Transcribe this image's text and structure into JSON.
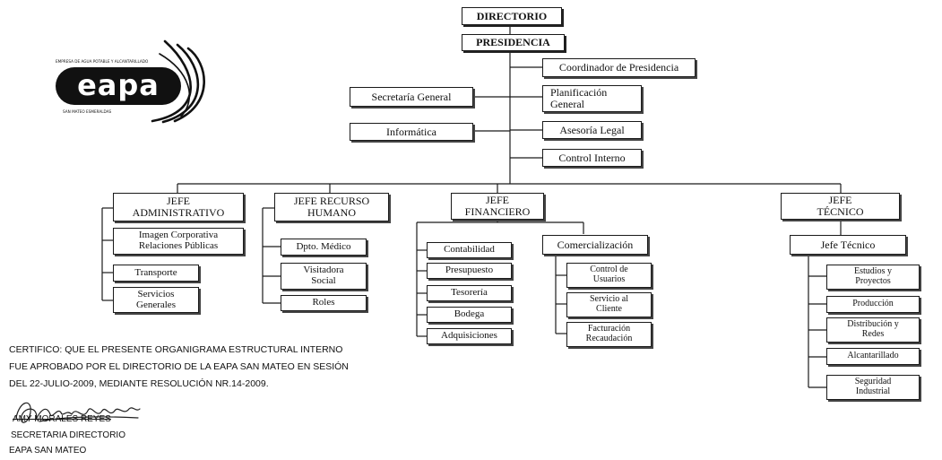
{
  "boxes": {
    "directorio": "DIRECTORIO",
    "presidencia": "PRESIDENCIA",
    "coordinador": "Coordinador de Presidencia",
    "secretaria_general": "Secretaría General",
    "planificacion": "Planificación\nGeneral",
    "informatica": "Informática",
    "asesoria_legal": "Asesoría Legal",
    "control_interno": "Control Interno",
    "jefe_administrativo": "JEFE\nADMINISTRATIVO",
    "imagen_corporativa": "Imagen Corporativa\nRelaciones Públicas",
    "transporte": "Transporte",
    "servicios_generales": "Servicios\nGenerales",
    "jefe_recurso_humano": "JEFE RECURSO\nHUMANO",
    "dpto_medico": "Dpto. Médico",
    "visitadora_social": "Visitadora\nSocial",
    "roles": "Roles",
    "jefe_financiero": "JEFE\nFINANCIERO",
    "contabilidad": "Contabilidad",
    "presupuesto": "Presupuesto",
    "tesoreria": "Tesorería",
    "bodega": "Bodega",
    "adquisiciones": "Adquisiciones",
    "comercializacion": "Comercialización",
    "control_usuarios": "Control de\nUsuarios",
    "servicio_cliente": "Servicio al\nCliente",
    "facturacion": "Facturación\nRecaudación",
    "jefe_tecnico_head": "JEFE\nTÉCNICO",
    "jefe_tecnico": "Jefe Técnico",
    "estudios_proyectos": "Estudios y\nProyectos",
    "produccion": "Producción",
    "distribucion_redes": "Distribución y\nRedes",
    "alcantarillado": "Alcantarillado",
    "seguridad_industrial": "Seguridad\nIndustrial"
  },
  "logo": {
    "name": "eapa",
    "top_text": "EMPRESA DE AGUA POTABLE Y ALCANTARILLADO",
    "bottom_text": "SAN MATEO ESMERALDAS"
  },
  "certification": {
    "line1": "CERTIFICO: QUE EL PRESENTE ORGANIGRAMA ESTRUCTURAL INTERNO",
    "line2": "FUE APROBADO POR EL DIRECTORIO DE LA EAPA SAN MATEO EN SESIÓN",
    "line3": "DEL 22-JULIO-2009, MEDIANTE RESOLUCIÓN NR.14-2009."
  },
  "signatory": {
    "name": "AMY MORALES REYES",
    "role": "SECRETARIA DIRECTORIO",
    "org": "EAPA SAN MATEO"
  },
  "colors": {
    "line": "#1a1a1a",
    "ink": "#111111"
  }
}
